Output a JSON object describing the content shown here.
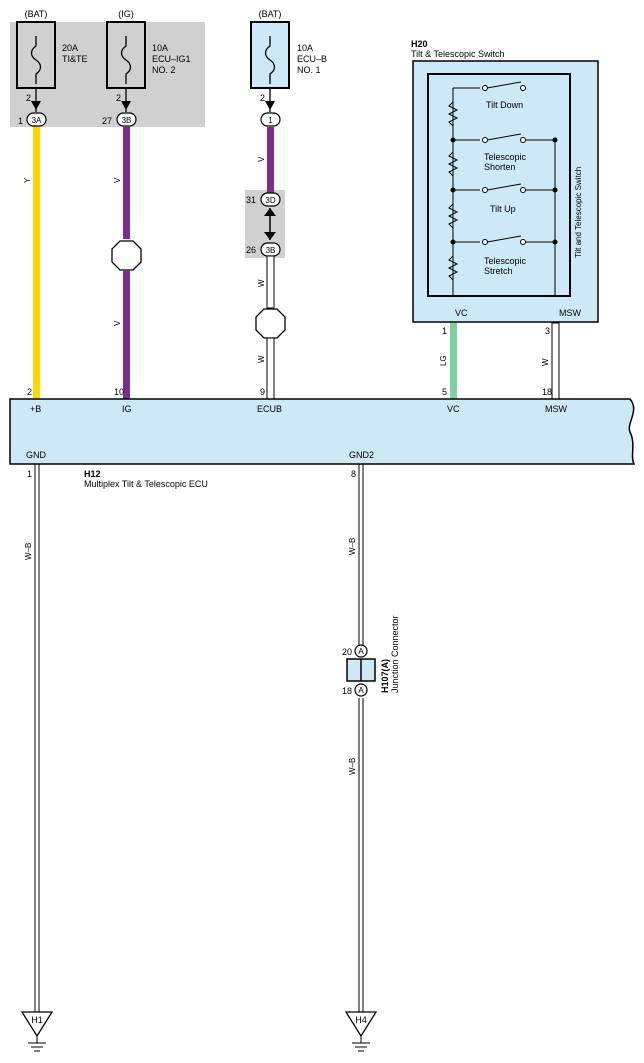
{
  "fuses": [
    {
      "source": "(BAT)",
      "rating": "20A",
      "name_lines": [
        "TI&TE"
      ],
      "pin": "2",
      "connector": "3A",
      "conn_pin": "1"
    },
    {
      "source": "(IG)",
      "rating": "10A",
      "name_lines": [
        "ECU–IG1",
        "NO. 2"
      ],
      "pin": "2",
      "connector": "3B",
      "conn_pin": "27"
    },
    {
      "source": "(BAT)",
      "rating": "10A",
      "name_lines": [
        "ECU–B",
        "NO. 1"
      ],
      "pin": "2",
      "connector": "1",
      "conn_pin": ""
    }
  ],
  "junction_3": {
    "top_pin": "31",
    "top_conn": "3D",
    "bottom_pin": "26",
    "bottom_conn": "3B"
  },
  "wire_colors": {
    "y": "Y",
    "v": "V",
    "w": "W",
    "lg": "LG",
    "wb": "W–B"
  },
  "switch": {
    "id": "H20",
    "title": "Tilt & Telescopic Switch",
    "side_label": "Tilt and Telescopic Switch",
    "contacts": [
      "Tilt Down",
      "Telescopic",
      "Shorten",
      "Tilt Up",
      "Telescopic",
      "Stretch"
    ],
    "terminals": [
      {
        "name": "VC",
        "pin": "1"
      },
      {
        "name": "MSW",
        "pin": "3"
      }
    ]
  },
  "ecu": {
    "id": "H12",
    "title": "Multiplex Tilt & Telescopic ECU",
    "top_terminals": [
      {
        "name": "+B",
        "pin": "2"
      },
      {
        "name": "IG",
        "pin": "10"
      },
      {
        "name": "ECUB",
        "pin": "9"
      },
      {
        "name": "VC",
        "pin": "5"
      },
      {
        "name": "MSW",
        "pin": "18"
      }
    ],
    "bottom_terminals": [
      {
        "name": "GND",
        "pin": "1"
      },
      {
        "name": "GND2",
        "pin": "8"
      }
    ]
  },
  "jconnector": {
    "id": "H107(A)",
    "name": "Junction Connector",
    "top_pin": "20",
    "bottom_pin": "18",
    "letter": "A"
  },
  "grounds": [
    "H1",
    "H4"
  ],
  "colors": {
    "yellow_wire": "#FFD700",
    "violet_wire": "#7B2E8E",
    "lightgreen_wire": "#7FD29F",
    "component_fill": "#CDE8F6",
    "junction_block": "#D0D0D0"
  }
}
